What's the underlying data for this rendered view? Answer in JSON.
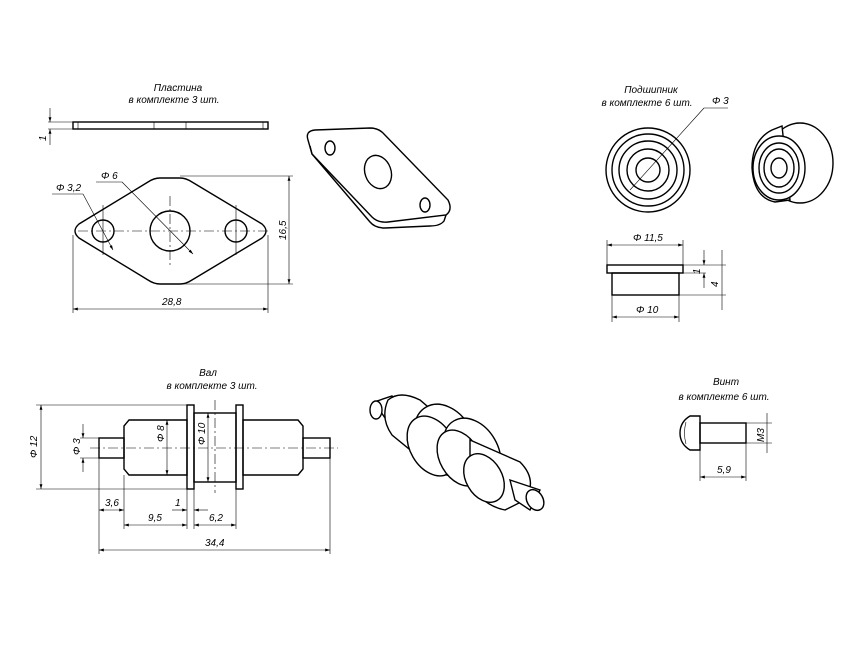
{
  "plate": {
    "title": "Пластина",
    "qty": "в комплекте 3 шт.",
    "dim_thickness": "1",
    "dim_hole_small": "Φ 3,2",
    "dim_hole_large": "Φ 6",
    "dim_height": "16,5",
    "dim_length": "28,8"
  },
  "bearing": {
    "title": "Подшипник",
    "qty": "в комплекте 6 шт.",
    "dim_bore": "Φ 3",
    "dim_flange": "Φ 11,5",
    "dim_body": "Φ 10",
    "dim_flange_th": "1",
    "dim_width": "4"
  },
  "shaft": {
    "title": "Вал",
    "qty": "в комплекте 3 шт.",
    "dim_d12": "Φ 12",
    "dim_d3": "Φ 3",
    "dim_d8": "Φ 8",
    "dim_d10": "Φ 10",
    "dim_3_6": "3,6",
    "dim_1": "1",
    "dim_9_5": "9,5",
    "dim_6_2": "6,2",
    "dim_34_4": "34,4"
  },
  "screw": {
    "title": "Винт",
    "qty": "в комплекте 6 шт.",
    "dim_thread": "M3",
    "dim_length": "5,9"
  }
}
